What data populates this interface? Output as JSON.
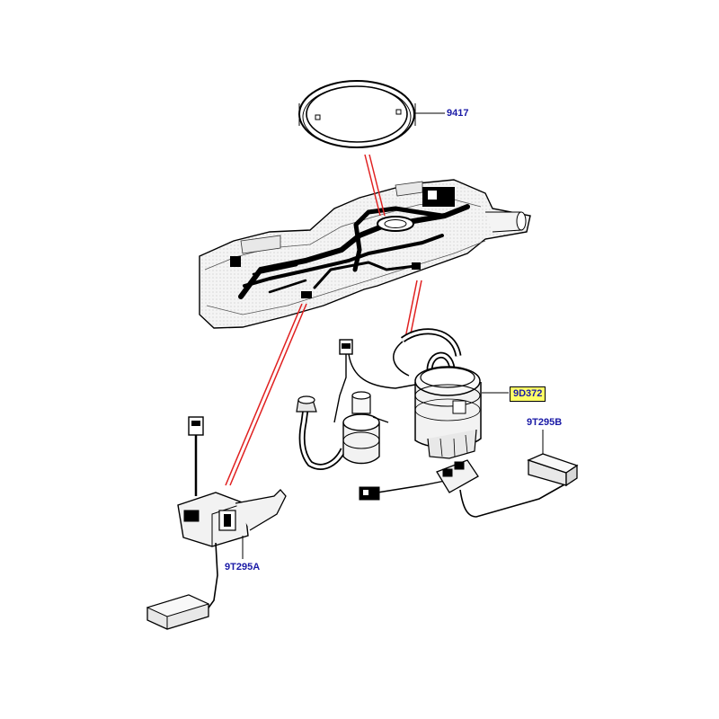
{
  "callouts": {
    "seal_ring": "9417",
    "pump_module": "9D372",
    "sender_b": "9T295B",
    "sender_a": "9T295A"
  },
  "colors": {
    "callout_text": "#1a1aa6",
    "highlight_fill": "#ffff66",
    "guide_line": "#e02020",
    "line_art": "#000000",
    "part_fill": "#f2f2f2"
  }
}
